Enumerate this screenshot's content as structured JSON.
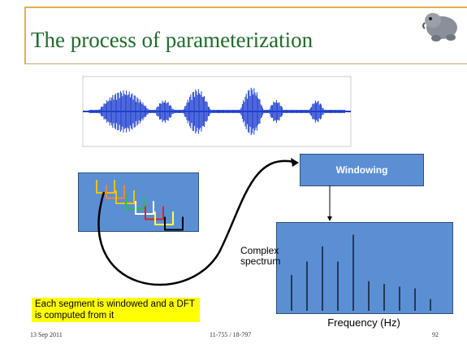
{
  "slide": {
    "title": "The process of parameterization",
    "windowing_label": "Windowing",
    "spectrum_ylabel": "Complex spectrum",
    "spectrum_xlabel": "Frequency (Hz)",
    "note": "Each segment is windowed and a DFT is computed from it",
    "footer_date": "13 Sep 2011",
    "footer_course": "11-755 / 18-797",
    "footer_page": "92",
    "segment_colors": [
      "#f2c100",
      "#e8873a",
      "#f2c100",
      "#2fbf3a",
      "#ffffff",
      "#e02020",
      "#ffff40",
      "#000000"
    ],
    "spectrum_bar_heights": [
      0.4,
      0.55,
      0.72,
      0.55,
      0.85,
      0.33,
      0.3,
      0.27,
      0.25,
      0.13
    ]
  }
}
